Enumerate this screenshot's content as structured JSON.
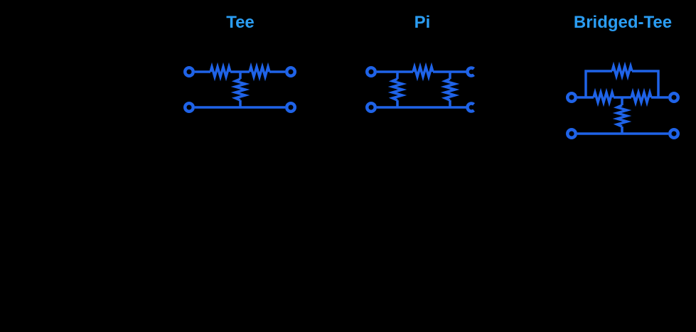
{
  "colors": {
    "background": "#000000",
    "wire": "#1F63E8",
    "label": "#2B9DF2"
  },
  "diagram": {
    "sections": [
      {
        "label": "Tee",
        "topology": {
          "series_resistors": 2,
          "shunt_resistors": 1,
          "bridge_resistors": 0,
          "terminals": [
            "circle",
            "circle",
            "circle",
            "circle"
          ]
        }
      },
      {
        "label": "Pi",
        "topology": {
          "series_resistors": 1,
          "shunt_resistors": 2,
          "bridge_resistors": 0,
          "terminals": [
            "circle",
            "circle",
            "open-arc",
            "open-arc"
          ]
        }
      },
      {
        "label": "Bridged-Tee",
        "topology": {
          "series_resistors": 2,
          "shunt_resistors": 1,
          "bridge_resistors": 1,
          "terminals": [
            "circle",
            "circle",
            "circle",
            "circle"
          ]
        }
      }
    ]
  }
}
